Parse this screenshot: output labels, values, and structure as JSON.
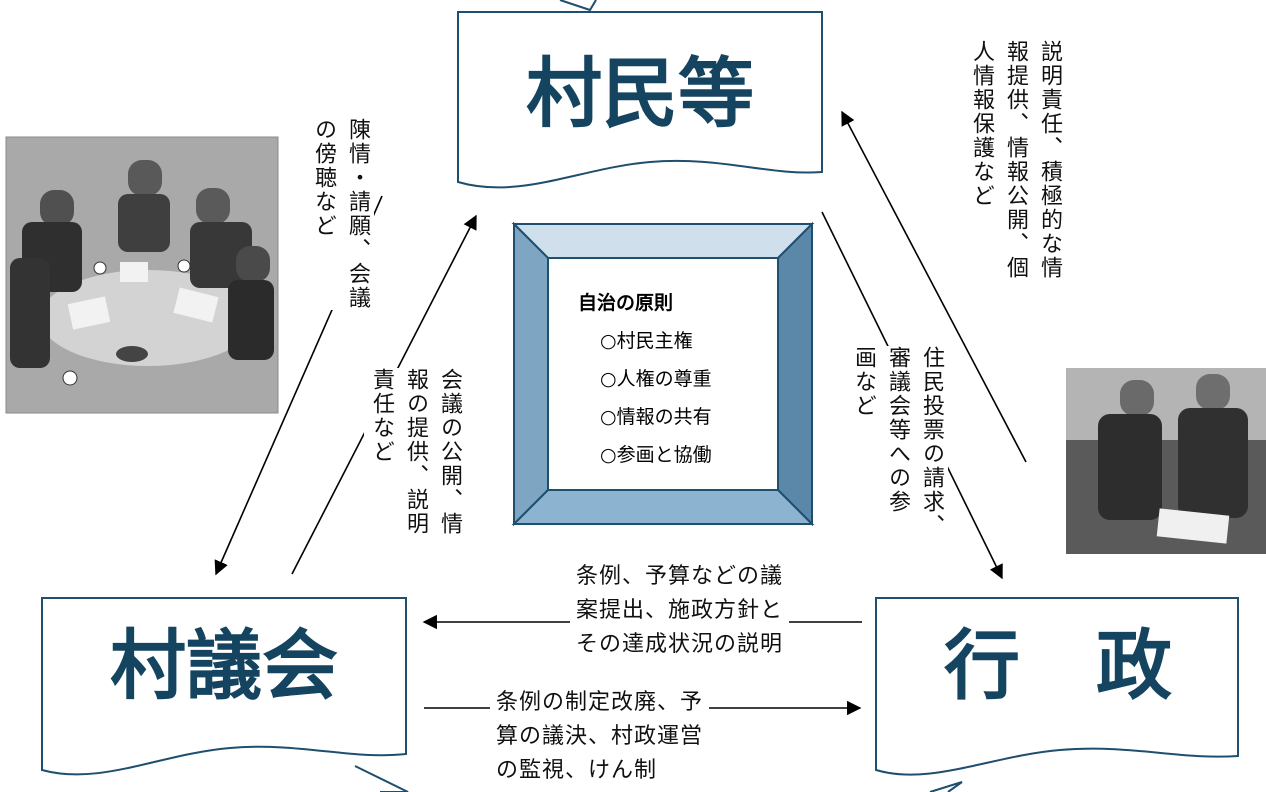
{
  "nodes": {
    "villagers": "村民等",
    "assembly": "村議会",
    "administration": "行　政"
  },
  "principles": {
    "heading": "自治の原則",
    "items": [
      "○村民主権",
      "○人権の尊重",
      "○情報の共有",
      "○参画と協働"
    ]
  },
  "relations": {
    "villagers_to_assembly": [
      "陳情・請願、会議",
      "の傍聴など"
    ],
    "assembly_to_villagers": [
      "会議の公開、情",
      "報の提供、説明",
      "責任など"
    ],
    "villagers_to_administration": [
      "住民投票の請求、",
      "審議会等への参",
      "画など"
    ],
    "administration_to_villagers": [
      "説明責任、積極的な情",
      "報提供、情報公開、個",
      "人情報保護など"
    ],
    "administration_to_assembly": [
      "条例、予算などの議",
      "案提出、施政方針と",
      "その達成状況の説明"
    ],
    "assembly_to_administration": [
      "条例の制定改廃、予",
      "算の議決、村政運営",
      "の監視、けん制"
    ]
  },
  "colors": {
    "title": "#14445f",
    "frame_border": "#1f4f6f",
    "bevel_top": "#cfe0ec",
    "bevel_left": "#7ea6c2",
    "bevel_right": "#5b87a8",
    "bevel_bottom": "#8cb3d0"
  },
  "icons": [
    "meeting-illustration",
    "handshake-illustration"
  ]
}
